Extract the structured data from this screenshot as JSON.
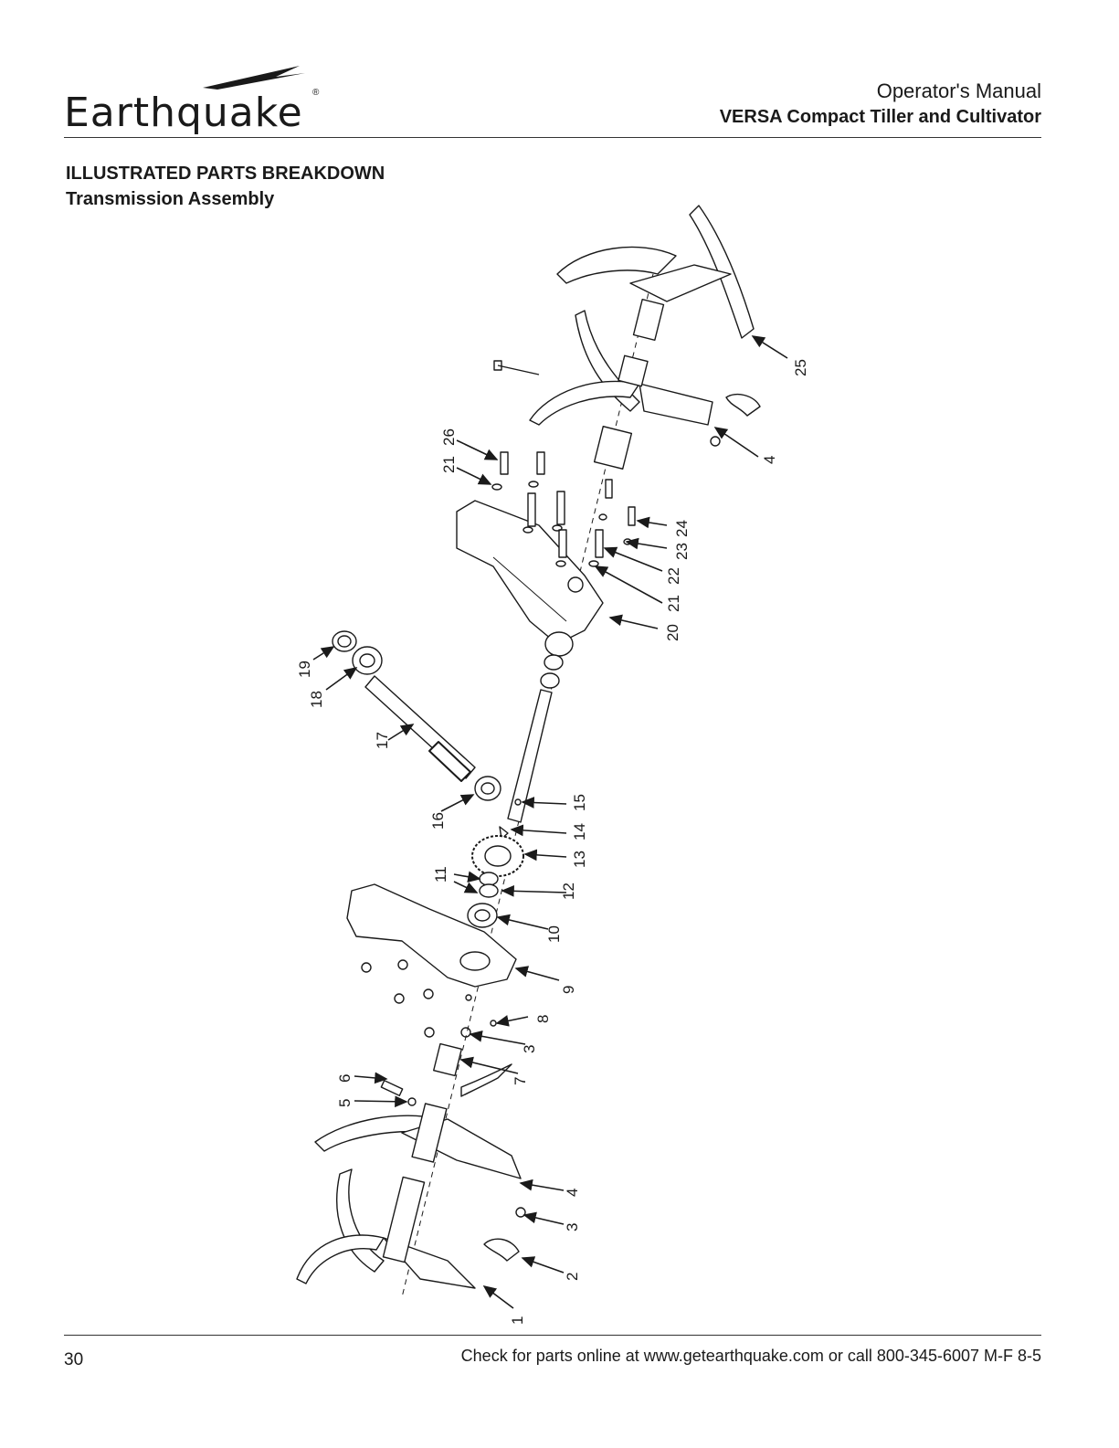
{
  "header": {
    "brand": "Earthquake",
    "brand_mark": "®",
    "manual_title": "Operator's Manual",
    "product_title": "VERSA Compact Tiller and Cultivator"
  },
  "section": {
    "title": "ILLUSTRATED PARTS BREAKDOWN",
    "subtitle": "Transmission Assembly"
  },
  "callouts": {
    "c1": "1",
    "c2": "2",
    "c3a": "3",
    "c3b": "3",
    "c4a": "4",
    "c4b": "4",
    "c5": "5",
    "c6": "6",
    "c7": "7",
    "c8": "8",
    "c9": "9",
    "c10": "10",
    "c11": "11",
    "c12": "12",
    "c13": "13",
    "c14": "14",
    "c15": "15",
    "c16": "16",
    "c17": "17",
    "c18": "18",
    "c19": "19",
    "c20": "20",
    "c21a": "21",
    "c21b": "21",
    "c22": "22",
    "c23": "23",
    "c24": "24",
    "c25": "25",
    "c26": "26"
  },
  "footer": {
    "page_number": "30",
    "contact": "Check for parts online at www.getearthquake.com or call 800-345-6007 M-F 8-5"
  }
}
